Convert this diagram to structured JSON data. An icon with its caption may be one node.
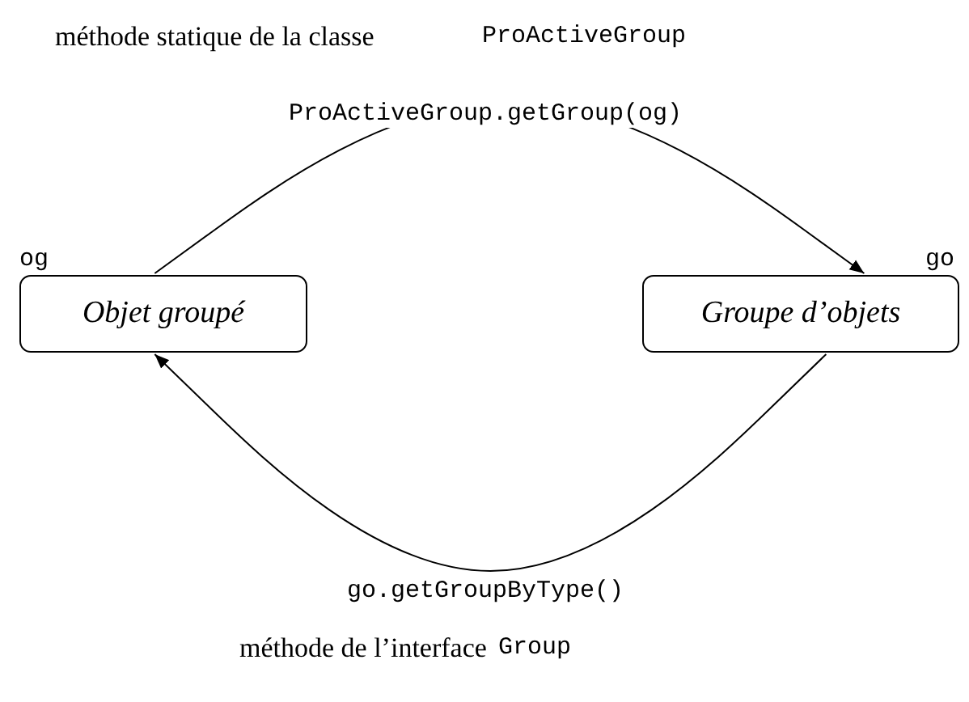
{
  "diagram": {
    "nodes": [
      {
        "text": [
          "Objet groupé"
        ],
        "beside": [
          "og"
        ]
      },
      {
        "text": [
          "Groupe d’objets"
        ],
        "beside": [
          "go"
        ]
      }
    ],
    "edges": [
      {
        "from": 0,
        "to": 1,
        "arrow": "to",
        "label": "ProActiveGroup.getGroup(og)"
      },
      {
        "from": 1,
        "to": 0,
        "arrow": "to",
        "label": "go.getGroupByType()"
      }
    ],
    "labels": [
      "méthode statique de la classe",
      "ProActiveGroup",
      "méthode de l’interface",
      "Group"
    ]
  }
}
